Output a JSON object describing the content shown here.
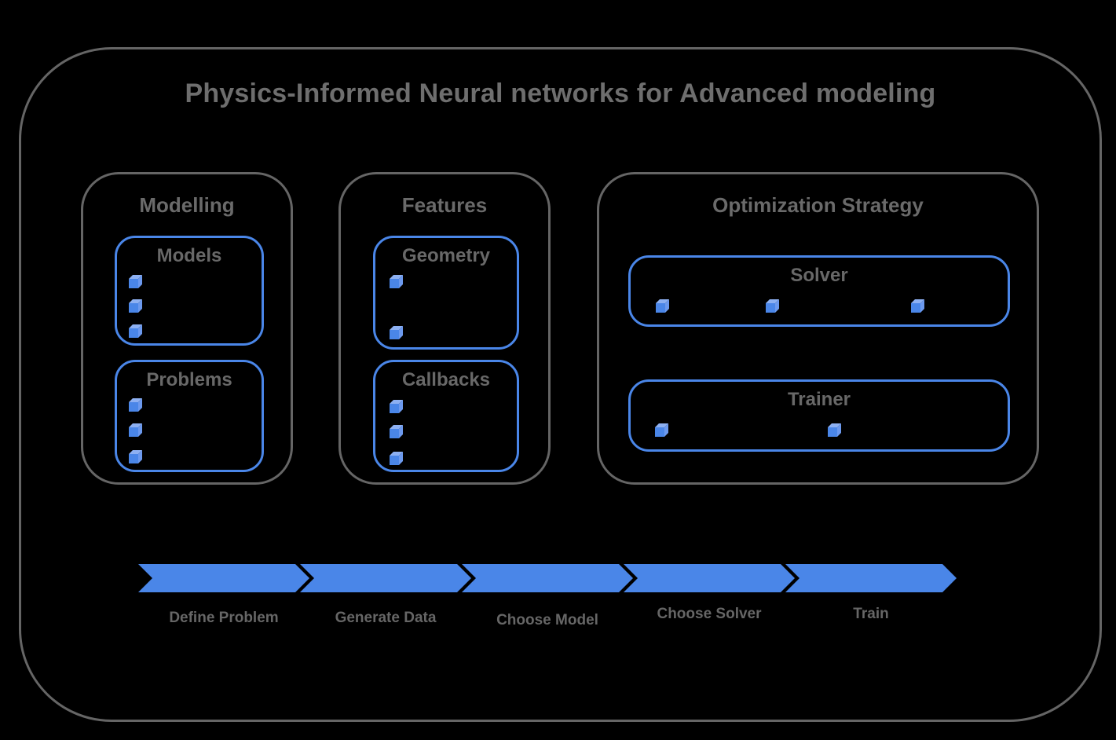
{
  "title": "Physics-Informed Neural networks for Advanced modeling",
  "sections": {
    "modelling": {
      "label": "Modelling",
      "boxes": [
        {
          "label": "Models",
          "bullet_count": 3
        },
        {
          "label": "Problems",
          "bullet_count": 3
        }
      ]
    },
    "features": {
      "label": "Features",
      "boxes": [
        {
          "label": "Geometry",
          "bullet_count": 2
        },
        {
          "label": "Callbacks",
          "bullet_count": 3
        }
      ]
    },
    "optimization": {
      "label": "Optimization Strategy",
      "boxes": [
        {
          "label": "Solver",
          "bullet_count": 3
        },
        {
          "label": "Trainer",
          "bullet_count": 2
        }
      ]
    }
  },
  "flow": {
    "steps": [
      {
        "label": "Define Problem"
      },
      {
        "label": "Generate Data"
      },
      {
        "label": "Choose Model"
      },
      {
        "label": "Choose Solver"
      },
      {
        "label": "Train"
      }
    ]
  },
  "icons": {
    "bullet": "cube-bullet-icon",
    "arrow_segment": "chevron-arrow"
  },
  "colors": {
    "accent_blue": "#4a86e8",
    "cube_top": "#8db0f2",
    "cube_side": "#6c99ee",
    "border_gray": "#656565",
    "text_gray": "#6a6a6a",
    "background": "#000000"
  }
}
